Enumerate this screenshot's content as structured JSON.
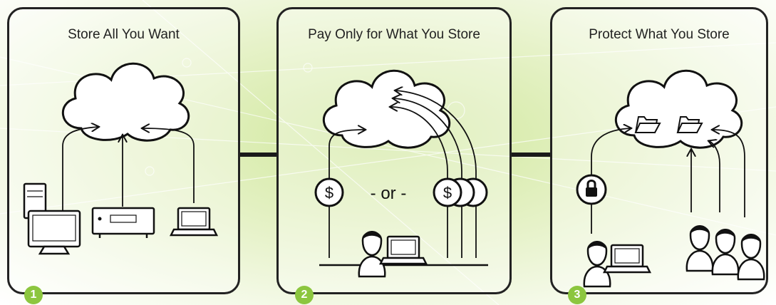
{
  "panels": [
    {
      "title": "Store All You Want",
      "step": "1"
    },
    {
      "title": "Pay Only for What You Store",
      "step": "2"
    },
    {
      "title": "Protect What You Store",
      "step": "3"
    }
  ],
  "symbols": {
    "dollar": "$",
    "or": "- or -"
  },
  "icons": [
    "cloud-icon",
    "desktop-computer-icon",
    "server-rack-icon",
    "laptop-icon",
    "dollar-coin-icon",
    "user-laptop-icon",
    "padlock-icon",
    "folder-icon",
    "user-group-icon"
  ],
  "colors": {
    "badge": "#8cc63f",
    "stroke": "#111111",
    "background": "#d8ecac"
  }
}
